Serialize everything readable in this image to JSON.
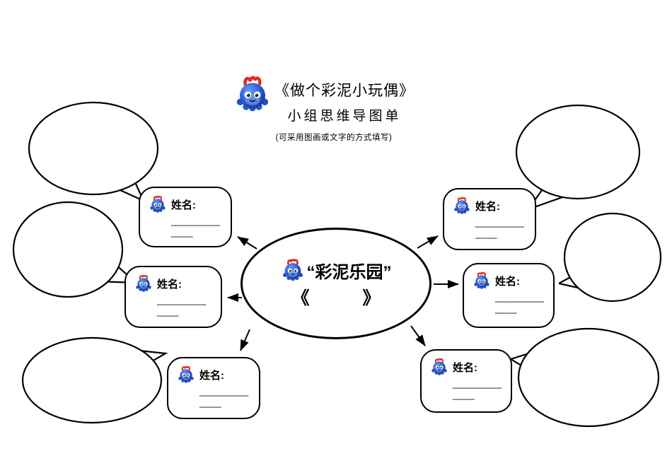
{
  "header": {
    "title": "《做个彩泥小玩偶》",
    "subtitle": "小组思维导图单",
    "note": "(可采用图画或文字的方式填写)"
  },
  "center": {
    "title": "“彩泥乐园”",
    "bracket_line": "《　　　》"
  },
  "name_boxes": [
    {
      "label": "姓名:",
      "blank1": "_________",
      "blank2": "____"
    },
    {
      "label": "姓名:",
      "blank1": "_________",
      "blank2": "____"
    },
    {
      "label": "姓名:",
      "blank1": "_________",
      "blank2": "____"
    },
    {
      "label": "姓名:",
      "blank1": "_________",
      "blank2": "____"
    },
    {
      "label": "姓名:",
      "blank1": "_________",
      "blank2": "____"
    },
    {
      "label": "姓名:",
      "blank1": "_________",
      "blank2": "____"
    }
  ],
  "icons": {
    "mascot": "octopus-mascot"
  },
  "colors": {
    "outline": "#000000",
    "mascot_blue": "#2a5bd2",
    "mascot_dark_blue": "#16327e",
    "mascot_red": "#e02d22"
  }
}
